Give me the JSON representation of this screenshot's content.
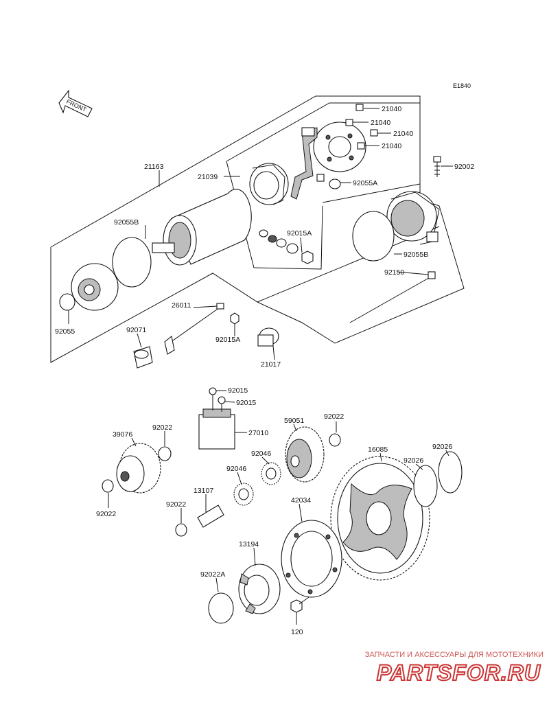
{
  "diagram": {
    "code": "E1840",
    "front_marker": "FRONT",
    "parts": {
      "p21040a": "21040",
      "p21040b": "21040",
      "p21040c": "21040",
      "p21040d": "21040",
      "p92002": "92002",
      "p21163": "21163",
      "p21039": "21039",
      "p92055A": "92055A",
      "p92055B_left": "92055B",
      "p92015A_top": "92015A",
      "p92055B_right": "92055B",
      "p92150": "92150",
      "p26011": "26011",
      "p92055": "92055",
      "p92071": "92071",
      "p92015A_bottom": "92015A",
      "p21017": "21017",
      "p92015a": "92015",
      "p92015b": "92015",
      "p27010": "27010",
      "p59051": "59051",
      "p92022_top": "92022",
      "p39076": "39076",
      "p92022_left": "92022",
      "p92046a": "92046",
      "p92046b": "92046",
      "p16085": "16085",
      "p92026a": "92026",
      "p92026b": "92026",
      "p92022_bottomleft": "92022",
      "p13107": "13107",
      "p42034": "42034",
      "p92022_mid": "92022",
      "p13194": "13194",
      "p92022A": "92022A",
      "p120": "120"
    }
  },
  "watermark": {
    "caption": "ЗАПЧАСТИ И АКСЕССУАРЫ ДЛЯ МОТОТЕХНИКИ",
    "logo": "PARTSFOR.RU",
    "color": "#cc3333"
  }
}
